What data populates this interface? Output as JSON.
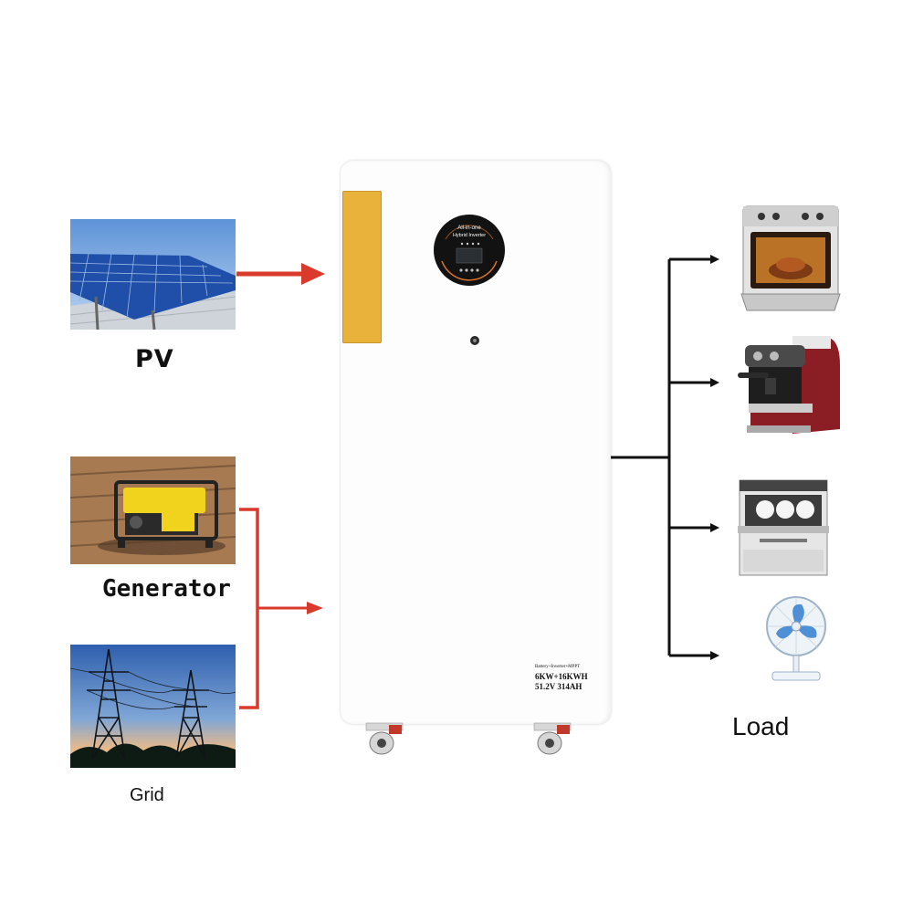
{
  "sources": {
    "pv_label": "PV",
    "generator_label": "Generator",
    "grid_label": "Grid"
  },
  "load_label": "Load",
  "device": {
    "display_line1": "All-in-one",
    "display_line2": "Hybrid Inverter",
    "rating_line1": "Battery+Inverter+MPPT",
    "rating_line2": "6KW+16KWH",
    "rating_line3": "51.2V 314AH"
  },
  "colors": {
    "source_arrow": "#d93a2b",
    "load_arrow": "#111111",
    "accent_panel": "#e9b23a"
  },
  "icons": {
    "pv": "solar-panel-icon",
    "generator": "generator-icon",
    "grid": "power-tower-icon",
    "loads": [
      "oven-icon",
      "coffee-machine-icon",
      "dishwasher-icon",
      "fan-icon"
    ]
  }
}
